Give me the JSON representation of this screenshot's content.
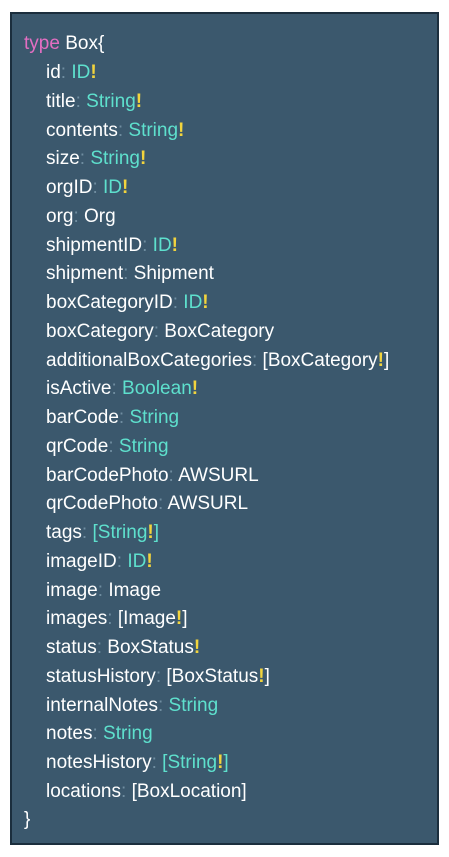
{
  "colors": {
    "background": "#3b586d",
    "border": "#1b2e3d",
    "keyword": "#e36ec2",
    "primitive_type": "#5ee0cd",
    "non_null": "#f2d43d",
    "field": "#ffffff"
  },
  "code": {
    "keyword": "type",
    "type_name": "Box",
    "open_brace": "{",
    "close_brace": "}",
    "fields": [
      {
        "name": "id",
        "type": "ID",
        "kind": "primitive",
        "list": false,
        "inner_non_null": false,
        "non_null": true
      },
      {
        "name": "title",
        "type": "String",
        "kind": "primitive",
        "list": false,
        "inner_non_null": false,
        "non_null": true
      },
      {
        "name": "contents",
        "type": "String",
        "kind": "primitive",
        "list": false,
        "inner_non_null": false,
        "non_null": true
      },
      {
        "name": "size",
        "type": "String",
        "kind": "primitive",
        "list": false,
        "inner_non_null": false,
        "non_null": true
      },
      {
        "name": "orgID",
        "type": "ID",
        "kind": "primitive",
        "list": false,
        "inner_non_null": false,
        "non_null": true
      },
      {
        "name": "org",
        "type": "Org",
        "kind": "object",
        "list": false,
        "inner_non_null": false,
        "non_null": false
      },
      {
        "name": "shipmentID",
        "type": "ID",
        "kind": "primitive",
        "list": false,
        "inner_non_null": false,
        "non_null": true
      },
      {
        "name": "shipment",
        "type": "Shipment",
        "kind": "object",
        "list": false,
        "inner_non_null": false,
        "non_null": false
      },
      {
        "name": "boxCategoryID",
        "type": "ID",
        "kind": "primitive",
        "list": false,
        "inner_non_null": false,
        "non_null": true
      },
      {
        "name": "boxCategory",
        "type": "BoxCategory",
        "kind": "object",
        "list": false,
        "inner_non_null": false,
        "non_null": false
      },
      {
        "name": "additionalBoxCategories",
        "type": "BoxCategory",
        "kind": "object",
        "list": true,
        "inner_non_null": true,
        "non_null": false
      },
      {
        "name": "isActive",
        "type": "Boolean",
        "kind": "primitive",
        "list": false,
        "inner_non_null": false,
        "non_null": true
      },
      {
        "name": "barCode",
        "type": "String",
        "kind": "primitive",
        "list": false,
        "inner_non_null": false,
        "non_null": false
      },
      {
        "name": "qrCode",
        "type": "String",
        "kind": "primitive",
        "list": false,
        "inner_non_null": false,
        "non_null": false
      },
      {
        "name": "barCodePhoto",
        "type": "AWSURL",
        "kind": "object",
        "list": false,
        "inner_non_null": false,
        "non_null": false
      },
      {
        "name": "qrCodePhoto",
        "type": "AWSURL",
        "kind": "object",
        "list": false,
        "inner_non_null": false,
        "non_null": false
      },
      {
        "name": "tags",
        "type": "String",
        "kind": "primitive",
        "list": true,
        "inner_non_null": true,
        "non_null": false
      },
      {
        "name": "imageID",
        "type": "ID",
        "kind": "primitive",
        "list": false,
        "inner_non_null": false,
        "non_null": true
      },
      {
        "name": "image",
        "type": "Image",
        "kind": "object",
        "list": false,
        "inner_non_null": false,
        "non_null": false
      },
      {
        "name": "images",
        "type": "Image",
        "kind": "object",
        "list": true,
        "inner_non_null": true,
        "non_null": false
      },
      {
        "name": "status",
        "type": "BoxStatus",
        "kind": "object",
        "list": false,
        "inner_non_null": false,
        "non_null": true
      },
      {
        "name": "statusHistory",
        "type": "BoxStatus",
        "kind": "object",
        "list": true,
        "inner_non_null": true,
        "non_null": false
      },
      {
        "name": "internalNotes",
        "type": "String",
        "kind": "primitive",
        "list": false,
        "inner_non_null": false,
        "non_null": false
      },
      {
        "name": "notes",
        "type": "String",
        "kind": "primitive",
        "list": false,
        "inner_non_null": false,
        "non_null": false
      },
      {
        "name": "notesHistory",
        "type": "String",
        "kind": "primitive",
        "list": true,
        "inner_non_null": true,
        "non_null": false
      },
      {
        "name": "locations",
        "type": "BoxLocation",
        "kind": "object",
        "list": true,
        "inner_non_null": false,
        "non_null": false
      }
    ]
  }
}
